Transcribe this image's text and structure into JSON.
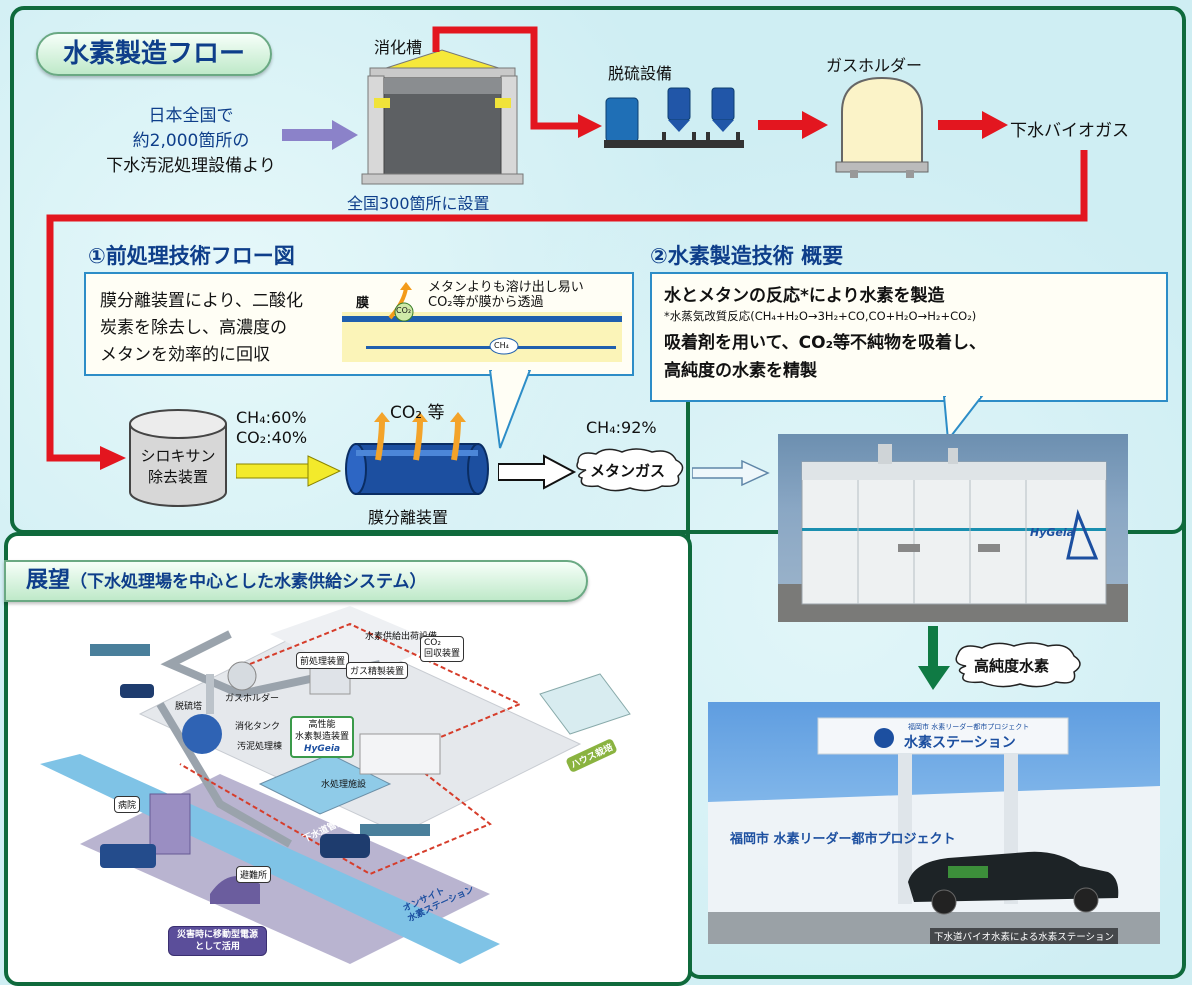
{
  "colors": {
    "frame_green": "#0f6a3c",
    "flow_red": "#e3161f",
    "title_blue": "#0e3e8a",
    "balloon_border": "#2d8dc7",
    "arrow_yellow": "#f3ea2b",
    "arrow_orange": "#f3a32a"
  },
  "hydrogen_flow": {
    "title": "水素製造フロー",
    "source_line1": "日本全国で",
    "source_line2": "約2,000箇所の",
    "source_line3": "下水汚泥処理設備より",
    "digester_label": "消化槽",
    "digester_caption": "全国300箇所に設置",
    "desulfurizer_label": "脱硫設備",
    "gasholder_label": "ガスホルダー",
    "biogas_label": "下水バイオガス"
  },
  "pretreatment": {
    "heading": "①前処理技術フロー図",
    "balloon_line1": "膜分離装置により、二酸化",
    "balloon_line2": "炭素を除去し、高濃度の",
    "balloon_line3": "メタンを効率的に回収",
    "membrane_label": "膜",
    "membrane_note1": "メタンよりも溶け出し易い",
    "membrane_note2": "CO₂等が膜から透過",
    "co2_bubble": "CO₂",
    "ch4_bubble": "CH₄",
    "siloxane_line1": "シロキサン",
    "siloxane_line2": "除去装置",
    "ch4_ratio": "CH₄:60%",
    "co2_ratio": "CO₂:40%",
    "co2_etc": "CO₂ 等",
    "membrane_unit": "膜分離装置",
    "ch4_92": "CH₄:92%",
    "methane_gas": "メタンガス"
  },
  "production": {
    "heading": "②水素製造技術 概要",
    "line1": "水とメタンの反応*により水素を製造",
    "line2": "*水蒸気改質反応(CH₄+H₂O→3H₂+CO,CO+H₂O→H₂+CO₂)",
    "line3": "吸着剤を用いて、CO₂等不純物を吸着し、",
    "line4": "高純度の水素を精製",
    "device_brand": "HyGeia",
    "high_purity": "高純度水素",
    "station_brand": "水素ステーション",
    "station_subtitle": "福岡市 水素リーダー都市プロジェクト",
    "wall_text": "福岡市 水素リーダー都市プロジェクト",
    "station_caption": "下水道バイオ水素による水素ステーション"
  },
  "outlook": {
    "title_main": "展望",
    "title_sub": "（下水処理場を中心とした水素供給システム）",
    "labels": {
      "shipping": "水素供給出荷設備",
      "pretreat": "前処理装置",
      "gas_refine": "ガス精製装置",
      "co2_1": "CO₂",
      "co2_2": "回収装置",
      "desulf_tower": "脱硫塔",
      "gasholder": "ガスホルダー",
      "digester": "消化タンク",
      "sludge": "汚泥処理棟",
      "hp_line1": "高性能",
      "hp_line2": "水素製造装置",
      "hp_brand": "HyGeia",
      "water_facility": "水処理施設",
      "greenhouse": "ハウス栽培",
      "hospital": "病院",
      "shelter": "避難所",
      "sewer_pipe": "下水道管渠",
      "onsite_line1": "オンサイト",
      "onsite_line2": "水素ステーション",
      "disaster_line1": "災害時に移動型電源",
      "disaster_line2": "として活用"
    }
  }
}
